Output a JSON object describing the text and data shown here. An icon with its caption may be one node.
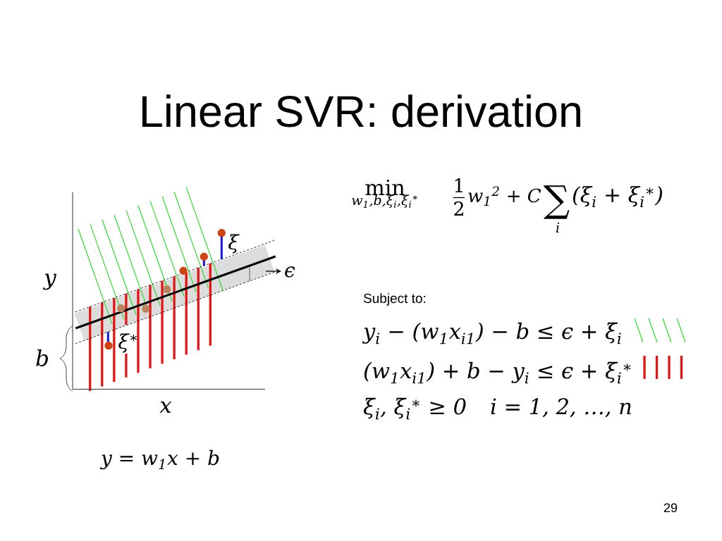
{
  "diagram": {
    "title": "Linear SVR: derivation",
    "labels": [
      "ξ",
      "ϵ",
      "y",
      "ξ$^{∗}$",
      "b",
      "x",
      "y = w$_{1}$x + b",
      "min",
      "w$_{1}$,b,ξ$_{i}$,ξ$_{i}$$^{∗}$",
      "1",
      "2",
      "w$_{1}$$^{2}$ + C",
      "∑",
      "i",
      "(ξ$_{i}$ + ξ$_{i}$$^{∗}$)",
      "Subject to:",
      "ξ$_{i}$, ξ$_{i}$$^{∗}$ ≥ 0",
      "i = 1, 2, …, n",
      "29"
    ],
    "legend": [
      {
        "text": "y$_{i}$ − (w$_{1}$x$_{i1}$) − b ≤ ϵ + ξ$_{i}$"
      },
      {
        "text": "(w$_{1}$x$_{i1}$) + b − y$_{i}$ ≤ ϵ + ξ$_{i}$$^{∗}$"
      }
    ]
  }
}
